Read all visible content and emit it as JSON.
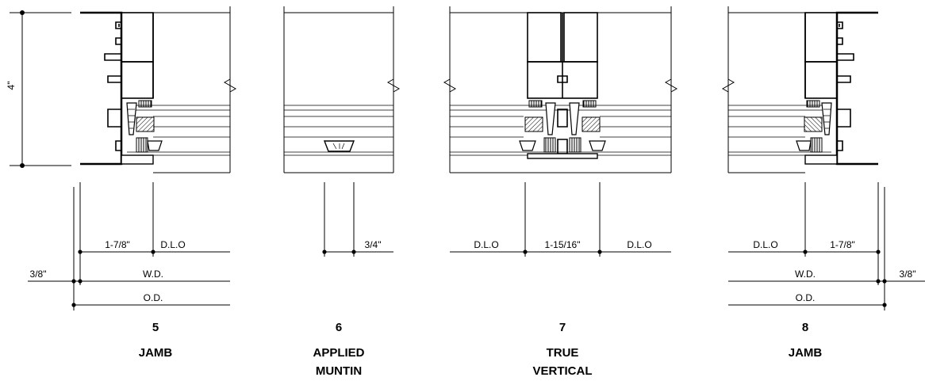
{
  "overall_height_dim": "4\"",
  "details": [
    {
      "id": "detail-5",
      "number": "5",
      "caption_lines": [
        "JAMB"
      ],
      "dims": {
        "sightline": "1-7/8\"",
        "dlo": "D.L.O",
        "offset": "3/8\"",
        "wd": "W.D.",
        "od": "O.D."
      }
    },
    {
      "id": "detail-6",
      "number": "6",
      "caption_lines": [
        "APPLIED",
        "MUNTIN"
      ],
      "dims": {
        "width": "3/4\""
      }
    },
    {
      "id": "detail-7",
      "number": "7",
      "caption_lines": [
        "TRUE",
        "VERTICAL"
      ],
      "dims": {
        "dlo_left": "D.L.O",
        "center": "1-15/16\"",
        "dlo_right": "D.L.O"
      }
    },
    {
      "id": "detail-8",
      "number": "8",
      "caption_lines": [
        "JAMB"
      ],
      "dims": {
        "dlo": "D.L.O",
        "sightline": "1-7/8\"",
        "offset": "3/8\"",
        "wd": "W.D.",
        "od": "O.D."
      }
    }
  ]
}
